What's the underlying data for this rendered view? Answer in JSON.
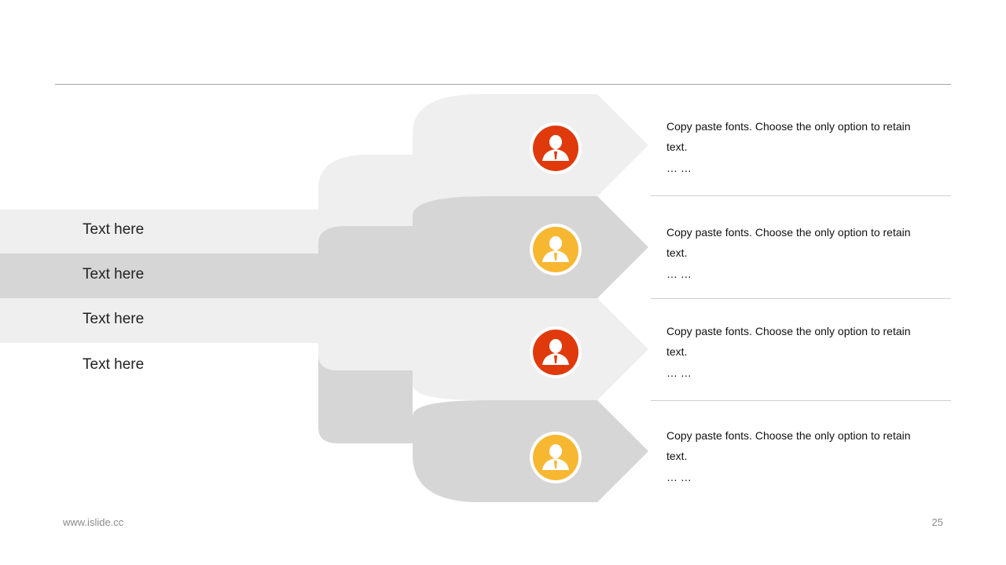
{
  "colors": {
    "light_band": "#efefef",
    "dark_band": "#d6d6d6",
    "accent_red": "#e0390b",
    "accent_yellow": "#f7b731",
    "rule": "#a6a6a6"
  },
  "rows": [
    {
      "label": "Text here"
    },
    {
      "label": "Text here"
    },
    {
      "label": "Text here"
    },
    {
      "label": "Text here"
    }
  ],
  "items": [
    {
      "icon": "person-icon",
      "color": "accent_red",
      "text": "Copy paste fonts. Choose the only option to retain text.",
      "ellipsis": "… …"
    },
    {
      "icon": "person-icon",
      "color": "accent_yellow",
      "text": "Copy paste fonts. Choose the only option to retain text.",
      "ellipsis": "… …"
    },
    {
      "icon": "person-icon",
      "color": "accent_red",
      "text": "Copy paste fonts. Choose the only option to retain text.",
      "ellipsis": "… …"
    },
    {
      "icon": "person-icon",
      "color": "accent_yellow",
      "text": "Copy paste fonts. Choose the only option to retain text.",
      "ellipsis": "… …"
    }
  ],
  "footer": {
    "url": "www.islide.cc",
    "page": "25"
  }
}
